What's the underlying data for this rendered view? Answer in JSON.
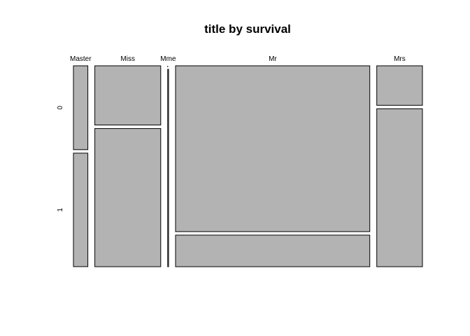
{
  "chart_data": {
    "type": "mosaic",
    "title": "title by survival",
    "xlabel": "",
    "ylabel": "",
    "x_variable_levels": [
      "Master",
      "Miss",
      "Mme",
      "Mr",
      "Mrs"
    ],
    "y_variable_levels": [
      "0",
      "1"
    ],
    "column_proportions": [
      0.0356,
      0.1625,
      0.002,
      0.4791,
      0.1126
    ],
    "cells": [
      {
        "title": "Master",
        "survived": "0",
        "proportion": 0.425
      },
      {
        "title": "Master",
        "survived": "1",
        "proportion": 0.575
      },
      {
        "title": "Miss",
        "survived": "0",
        "proportion": 0.3
      },
      {
        "title": "Miss",
        "survived": "1",
        "proportion": 0.7
      },
      {
        "title": "Mme",
        "survived": "0",
        "proportion": 0.0
      },
      {
        "title": "Mme",
        "survived": "1",
        "proportion": 1.0
      },
      {
        "title": "Mr",
        "survived": "0",
        "proportion": 0.84
      },
      {
        "title": "Mr",
        "survived": "1",
        "proportion": 0.16
      },
      {
        "title": "Mrs",
        "survived": "0",
        "proportion": 0.2
      },
      {
        "title": "Mrs",
        "survived": "1",
        "proportion": 0.8
      }
    ],
    "fill_color": "#b3b3b3",
    "border_color": "#000000",
    "grid": false,
    "legend": "none"
  }
}
